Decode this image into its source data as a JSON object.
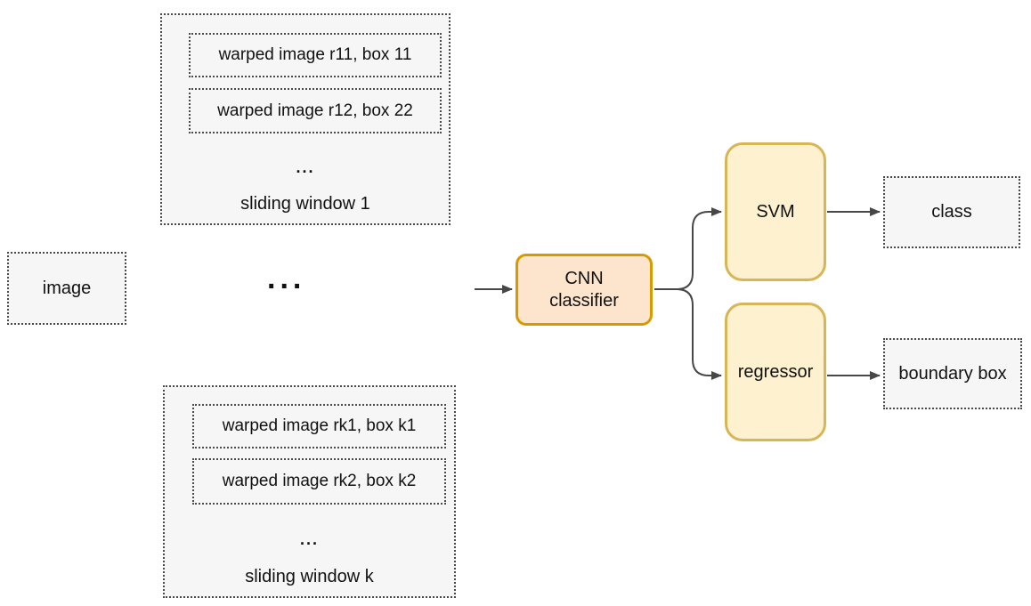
{
  "nodes": {
    "image": {
      "label": "image"
    },
    "window1": {
      "item1": "warped image r11, box 11",
      "item2": "warped image r12, box 22",
      "more": "...",
      "label": "sliding window 1"
    },
    "ellipsis": "...",
    "windowk": {
      "item1": "warped image rk1, box k1",
      "item2": "warped image rk2, box k2",
      "more": "...",
      "label": "sliding window k"
    },
    "cnn": {
      "label": "CNN\nclassifier"
    },
    "svm": {
      "label": "SVM"
    },
    "class": {
      "label": "class"
    },
    "regressor": {
      "label": "regressor"
    },
    "boundary": {
      "label": "boundary box"
    }
  },
  "colors": {
    "canvas_bg": "#ffffff",
    "dotted_fill": "#f6f6f6",
    "dotted_border": "#4a4a4a",
    "cnn_fill": "#fce5cc",
    "cnn_border": "#d79b00",
    "yellow_fill": "#fdf1d0",
    "yellow_border": "#d6b656",
    "arrow": "#474747",
    "text": "#111111"
  }
}
